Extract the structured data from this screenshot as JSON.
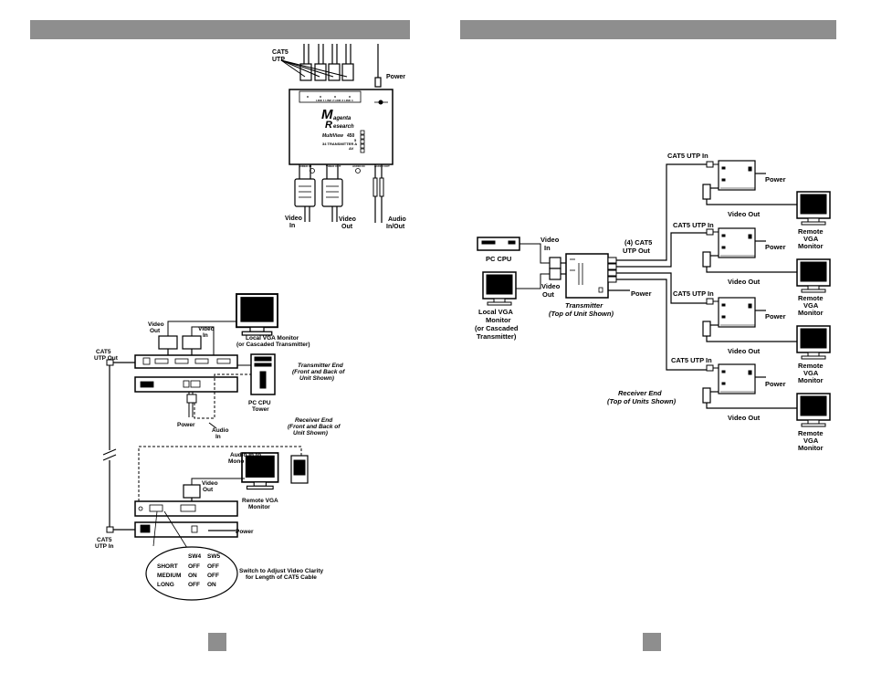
{
  "fig1": {
    "cat5": "CAT5",
    "utp": "UTP",
    "power": "Power",
    "link_out": "LINK 1 LINK 2 LINK 3 LINK 4",
    "brand1": "agenta",
    "brand2": "esearch",
    "model": "MultiView",
    "num450": "450",
    "num5": "5",
    "transmitter": "34 TRANSMITTER A",
    "av": "AV",
    "port1": "VIDEO IN",
    "port2": "VIDEO OUT",
    "port3": "AUDIO IN",
    "port4": "AUDIO OUT",
    "video": "Video",
    "in": "In",
    "out": "Out",
    "audio": "Audio",
    "inout": "In/Out"
  },
  "fig2": {
    "video_out_a": "Video",
    "video_out_b": "Out",
    "video_in_a": "Video",
    "video_in_b": "In",
    "local_monitor_a": "Local VGA Monitor",
    "local_monitor_b": "(or Cascaded Transmitter)",
    "cat5_out_a": "CAT5",
    "cat5_out_b": "UTP Out",
    "tx_end_a": "Transmitter End",
    "tx_end_b": "(Front and Back of",
    "tx_end_c": "Unit Shown)",
    "pc_cpu_a": "PC CPU",
    "pc_cpu_b": "Tower",
    "power": "Power",
    "audio_in_a": "Audio",
    "audio_in_b": "In",
    "rx_end_a": "Receiver End",
    "rx_end_b": "(Front and Back of",
    "rx_end_c": "Unit Shown)",
    "audio_speaker_a": "Audio In to",
    "audio_speaker_b": "Mono Speaker",
    "remote_monitor_a": "Remote VGA",
    "remote_monitor_b": "Monitor",
    "cat5_in_a": "CAT5",
    "cat5_in_b": "UTP In",
    "power2": "Power",
    "sw_header": [
      "SW4",
      "SW5"
    ],
    "sw_rows": [
      {
        "label": "SHORT",
        "sw4": "OFF",
        "sw5": "OFF"
      },
      {
        "label": "MEDIUM",
        "sw4": "ON",
        "sw5": "OFF"
      },
      {
        "label": "LONG",
        "sw4": "OFF",
        "sw5": "ON"
      }
    ],
    "switch_note_a": "Switch to Adjust Video Clarity",
    "switch_note_b": "for Length of CAT5 Cable"
  },
  "fig3": {
    "video_in_a": "Video",
    "video_in_b": "In",
    "pc_cpu": "PC CPU",
    "four_cat5_a": "(4) CAT5",
    "four_cat5_b": "UTP Out",
    "video_out_a": "Video",
    "video_out_b": "Out",
    "power": "Power",
    "local_a": "Local VGA",
    "local_b": "Monitor",
    "local_c": "(or Cascaded",
    "local_d": "Transmitter)",
    "transmitter_a": "Transmitter",
    "transmitter_b": "(Top of Unit Shown)",
    "receiver_a": "Receiver End",
    "receiver_b": "(Top of Units Shown)",
    "cat5_utp_in": "CAT5 UTP In",
    "rx_power": "Power",
    "rx_video_out": "Video Out",
    "remote_a": "Remote",
    "remote_b": "VGA",
    "remote_c": "Monitor"
  }
}
